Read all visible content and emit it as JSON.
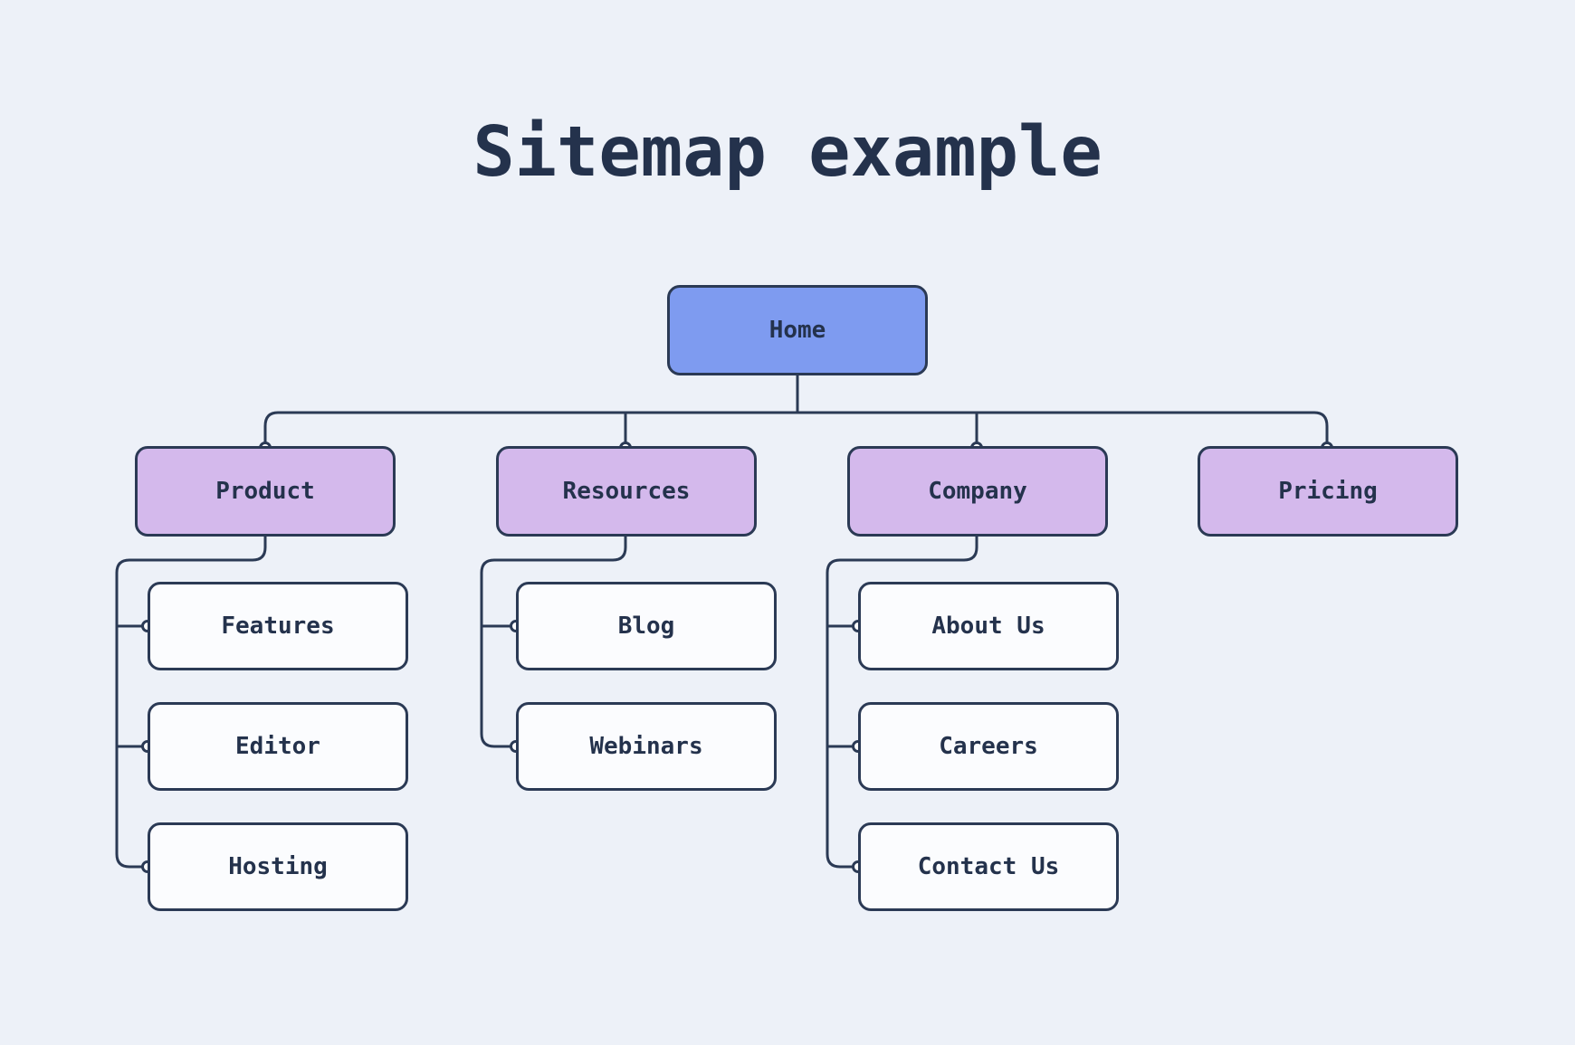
{
  "title": "Sitemap example",
  "colors": {
    "background": "#EDF1F8",
    "ink": "#2B3A55",
    "text": "#24324C",
    "root_fill": "#7E9BF0",
    "section_fill": "#D4B9EC",
    "page_fill": "#FBFCFE",
    "dot_fill": "#FFFFFF"
  },
  "sitemap": {
    "root": {
      "label": "Home"
    },
    "sections": [
      {
        "label": "Product",
        "children": [
          {
            "label": "Features"
          },
          {
            "label": "Editor"
          },
          {
            "label": "Hosting"
          }
        ]
      },
      {
        "label": "Resources",
        "children": [
          {
            "label": "Blog"
          },
          {
            "label": "Webinars"
          }
        ]
      },
      {
        "label": "Company",
        "children": [
          {
            "label": "About Us"
          },
          {
            "label": "Careers"
          },
          {
            "label": "Contact Us"
          }
        ]
      },
      {
        "label": "Pricing",
        "children": []
      }
    ]
  }
}
